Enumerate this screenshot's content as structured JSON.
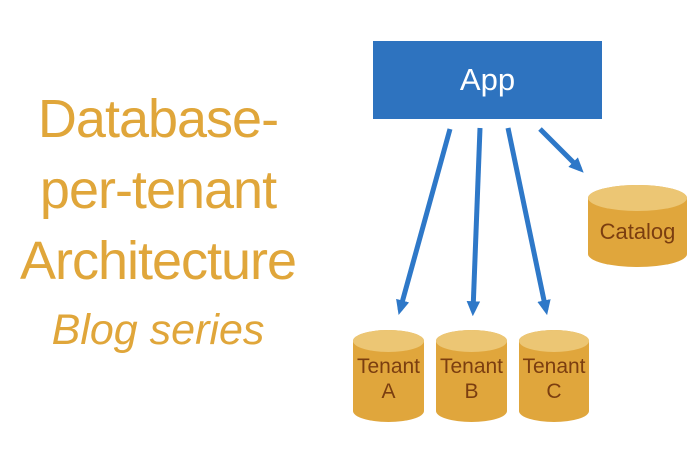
{
  "title": {
    "lines": [
      "Database-",
      "per-tenant",
      "Architecture"
    ],
    "subtitle": "Blog series"
  },
  "diagram": {
    "app_label": "App",
    "tenants": [
      {
        "name": "Tenant",
        "id": "A"
      },
      {
        "name": "Tenant",
        "id": "B"
      },
      {
        "name": "Tenant",
        "id": "C"
      }
    ],
    "catalog_label": "Catalog"
  },
  "colors": {
    "background": "#FFFFFF",
    "title-gold": "#E0A63A",
    "app-blue": "#2E73BF",
    "app-text": "#FFFFFF",
    "arrow-blue": "#2E78C8",
    "cylinder-body": "#E0A63C",
    "cylinder-top": "#ECC674",
    "cylinder-text": "#7B3E10"
  }
}
